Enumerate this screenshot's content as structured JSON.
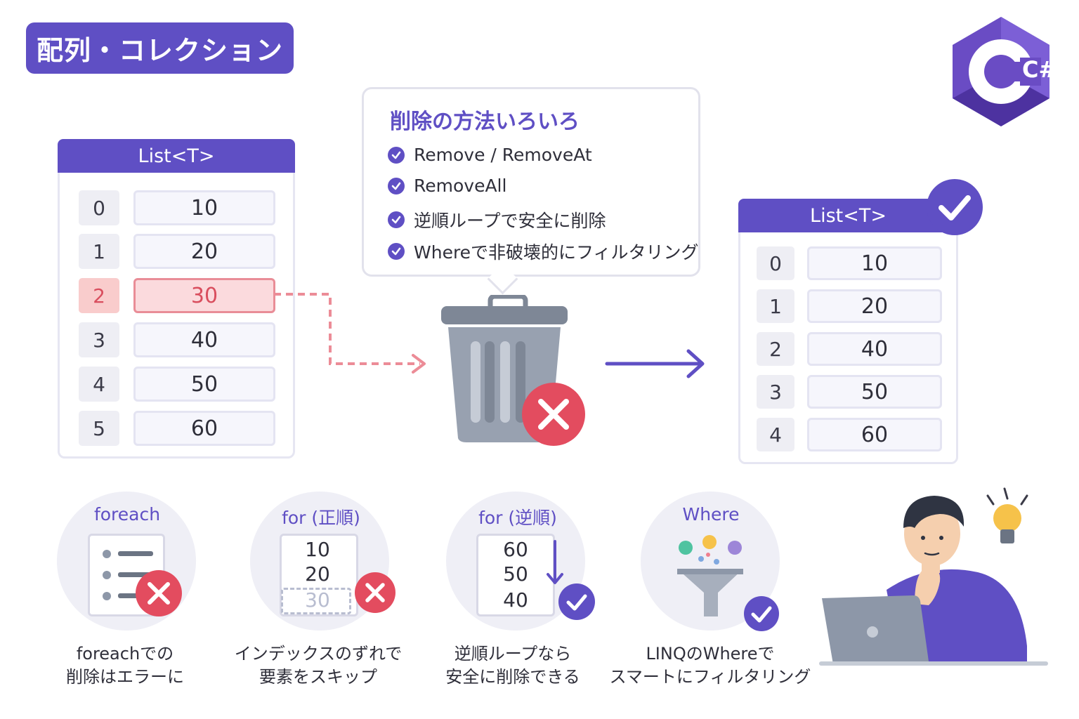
{
  "title": "配列・コレクション",
  "logo_label": "C#",
  "left_list": {
    "header": "List<T>",
    "rows": [
      {
        "index": "0",
        "value": "10"
      },
      {
        "index": "1",
        "value": "20"
      },
      {
        "index": "2",
        "value": "30"
      },
      {
        "index": "3",
        "value": "40"
      },
      {
        "index": "4",
        "value": "50"
      },
      {
        "index": "5",
        "value": "60"
      }
    ],
    "highlighted_index": 2
  },
  "callout": {
    "title": "削除の方法いろいろ",
    "items": [
      "Remove / RemoveAt",
      "RemoveAll",
      "逆順ループで安全に削除",
      "Whereで非破壊的にフィルタリング"
    ]
  },
  "right_list": {
    "header": "List<T>",
    "rows": [
      {
        "index": "0",
        "value": "10"
      },
      {
        "index": "1",
        "value": "20"
      },
      {
        "index": "2",
        "value": "40"
      },
      {
        "index": "3",
        "value": "50"
      },
      {
        "index": "4",
        "value": "60"
      }
    ]
  },
  "methods": [
    {
      "label": "foreach",
      "caption_line1": "foreachでの",
      "caption_line2": "削除はエラーに",
      "status": "error"
    },
    {
      "label": "for (正順)",
      "caption_line1": "インデックスのずれで",
      "caption_line2": "要素をスキップ",
      "status": "error",
      "numbers": [
        "10",
        "20",
        "30"
      ]
    },
    {
      "label": "for (逆順)",
      "caption_line1": "逆順ループなら",
      "caption_line2": "安全に削除できる",
      "status": "ok",
      "numbers": [
        "60",
        "50",
        "40"
      ]
    },
    {
      "label": "Where",
      "caption_line1": "LINQのWhereで",
      "caption_line2": "スマートにフィルタリング",
      "status": "ok"
    }
  ],
  "colors": {
    "accent": "#5f4fc4",
    "danger": "#e34c5f",
    "danger_light": "#fbdadd",
    "gray": "#8d97a8"
  }
}
